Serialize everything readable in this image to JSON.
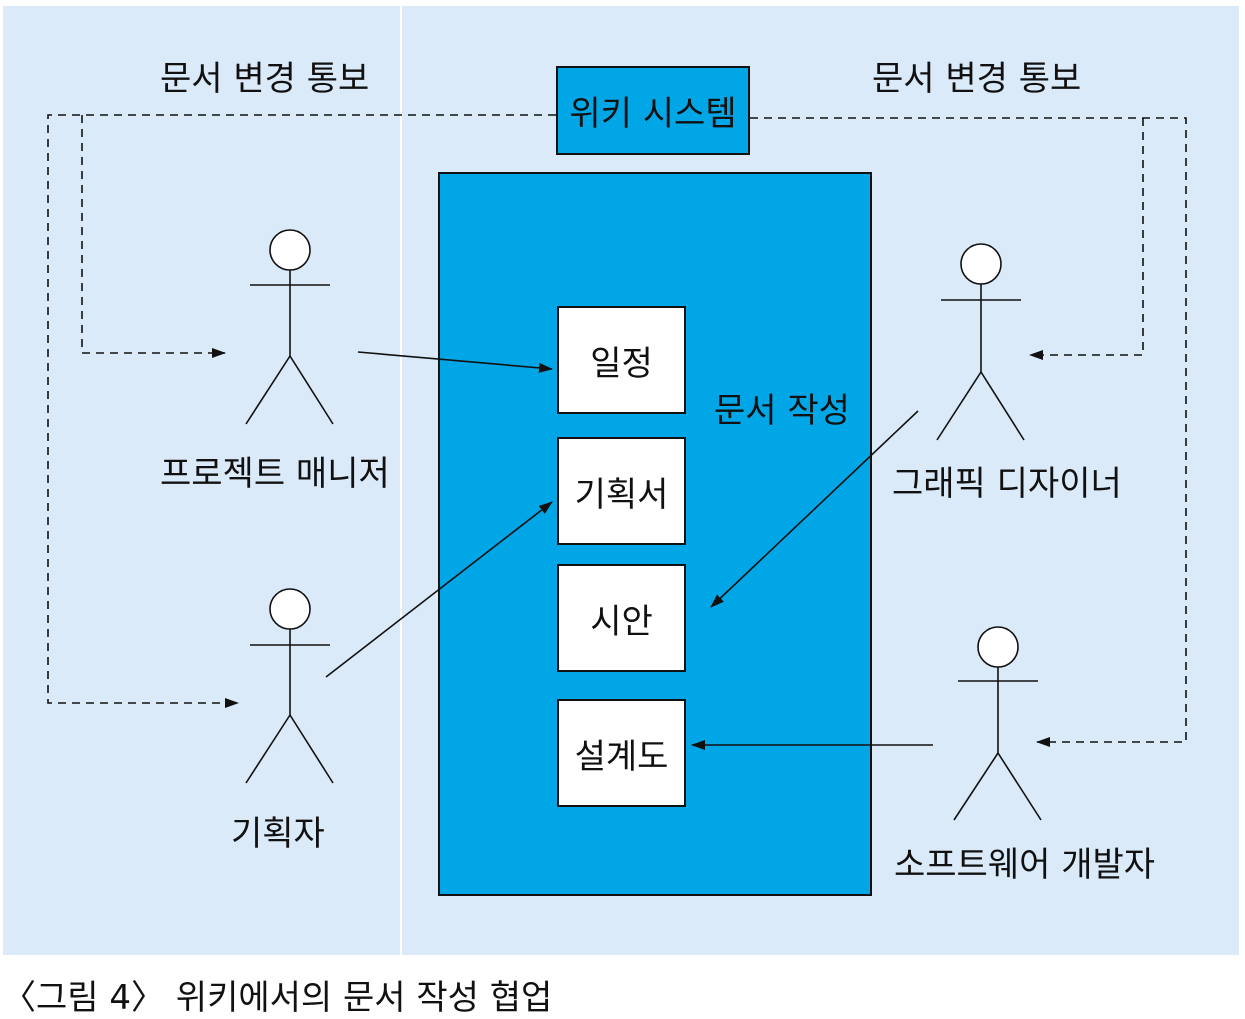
{
  "system_title": "위키 시스템",
  "notify_left": "문서 변경 통보",
  "notify_right": "문서 변경 통보",
  "doc_area_label": "문서 작성",
  "documents": [
    "일정",
    "기획서",
    "시안",
    "설계도"
  ],
  "actors": {
    "project_manager": "프로젝트 매니저",
    "planner": "기획자",
    "graphic_designer": "그래픽 디자이너",
    "software_developer": "소프트웨어 개발자"
  },
  "caption": "〈그림 4〉 위키에서의 문서 작성 협업",
  "colors": {
    "panel": "#dbeaf9",
    "system_blue": "#00a6e6",
    "line": "#111111"
  }
}
